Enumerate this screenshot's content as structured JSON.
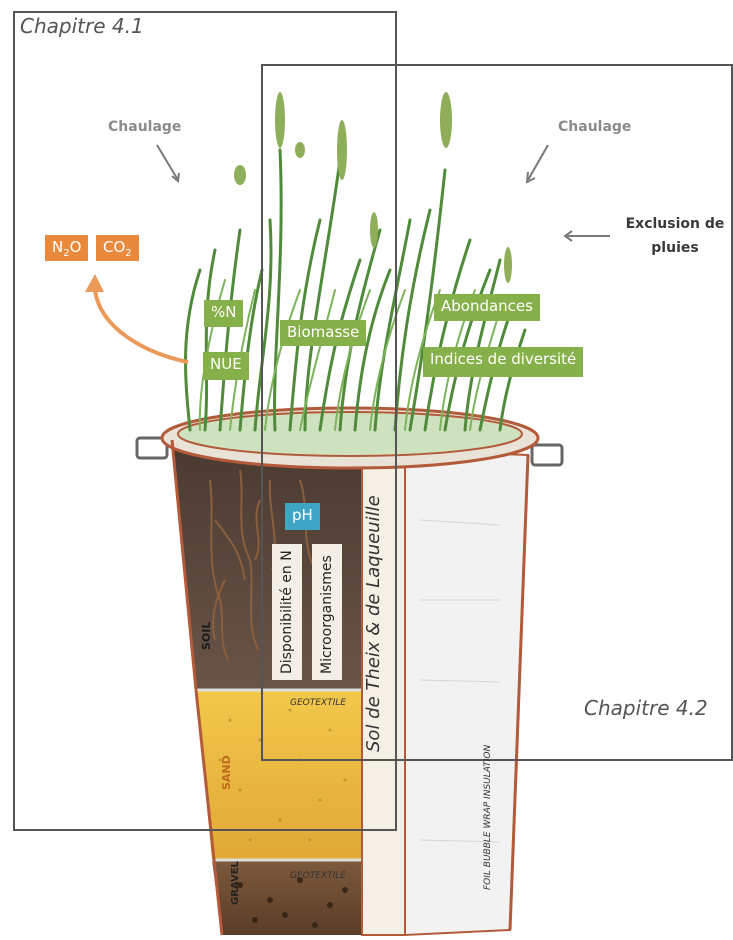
{
  "frames": {
    "chapter1_label": "Chapitre 4.1",
    "chapter2_label": "Chapitre 4.2"
  },
  "annotations": {
    "chaulage_left": "Chaulage",
    "chaulage_right": "Chaulage",
    "exclusion_line1": "Exclusion de",
    "exclusion_line2": "pluies"
  },
  "gases": {
    "n2o_main": "N",
    "n2o_sub": "2",
    "n2o_end": "O",
    "co2_main": "CO",
    "co2_sub": "2"
  },
  "labels": {
    "pct_n": "%N",
    "nue": "NUE",
    "biomasse": "Biomasse",
    "abondances": "Abondances",
    "diversite": "Indices de diversité",
    "ph": "pH",
    "dispo_n": "Disponibilité en N",
    "microorganismes": "Microorganismes",
    "sol_theix": "Sol de Theix & de Laqueuille"
  },
  "illustration_text": {
    "soil": "SOIL",
    "sand": "SAND",
    "gravel": "GRAVEL",
    "geotextile_1": "GEOTEXTILE",
    "geotextile_2": "GEOTEXTILE",
    "foil": "FOIL BUBBLE WRAP INSULATION"
  },
  "colors": {
    "green_label": "#86b04a",
    "orange_label": "#e8893c",
    "blue_label": "#3fa5c4",
    "frame_stroke": "#555555"
  }
}
